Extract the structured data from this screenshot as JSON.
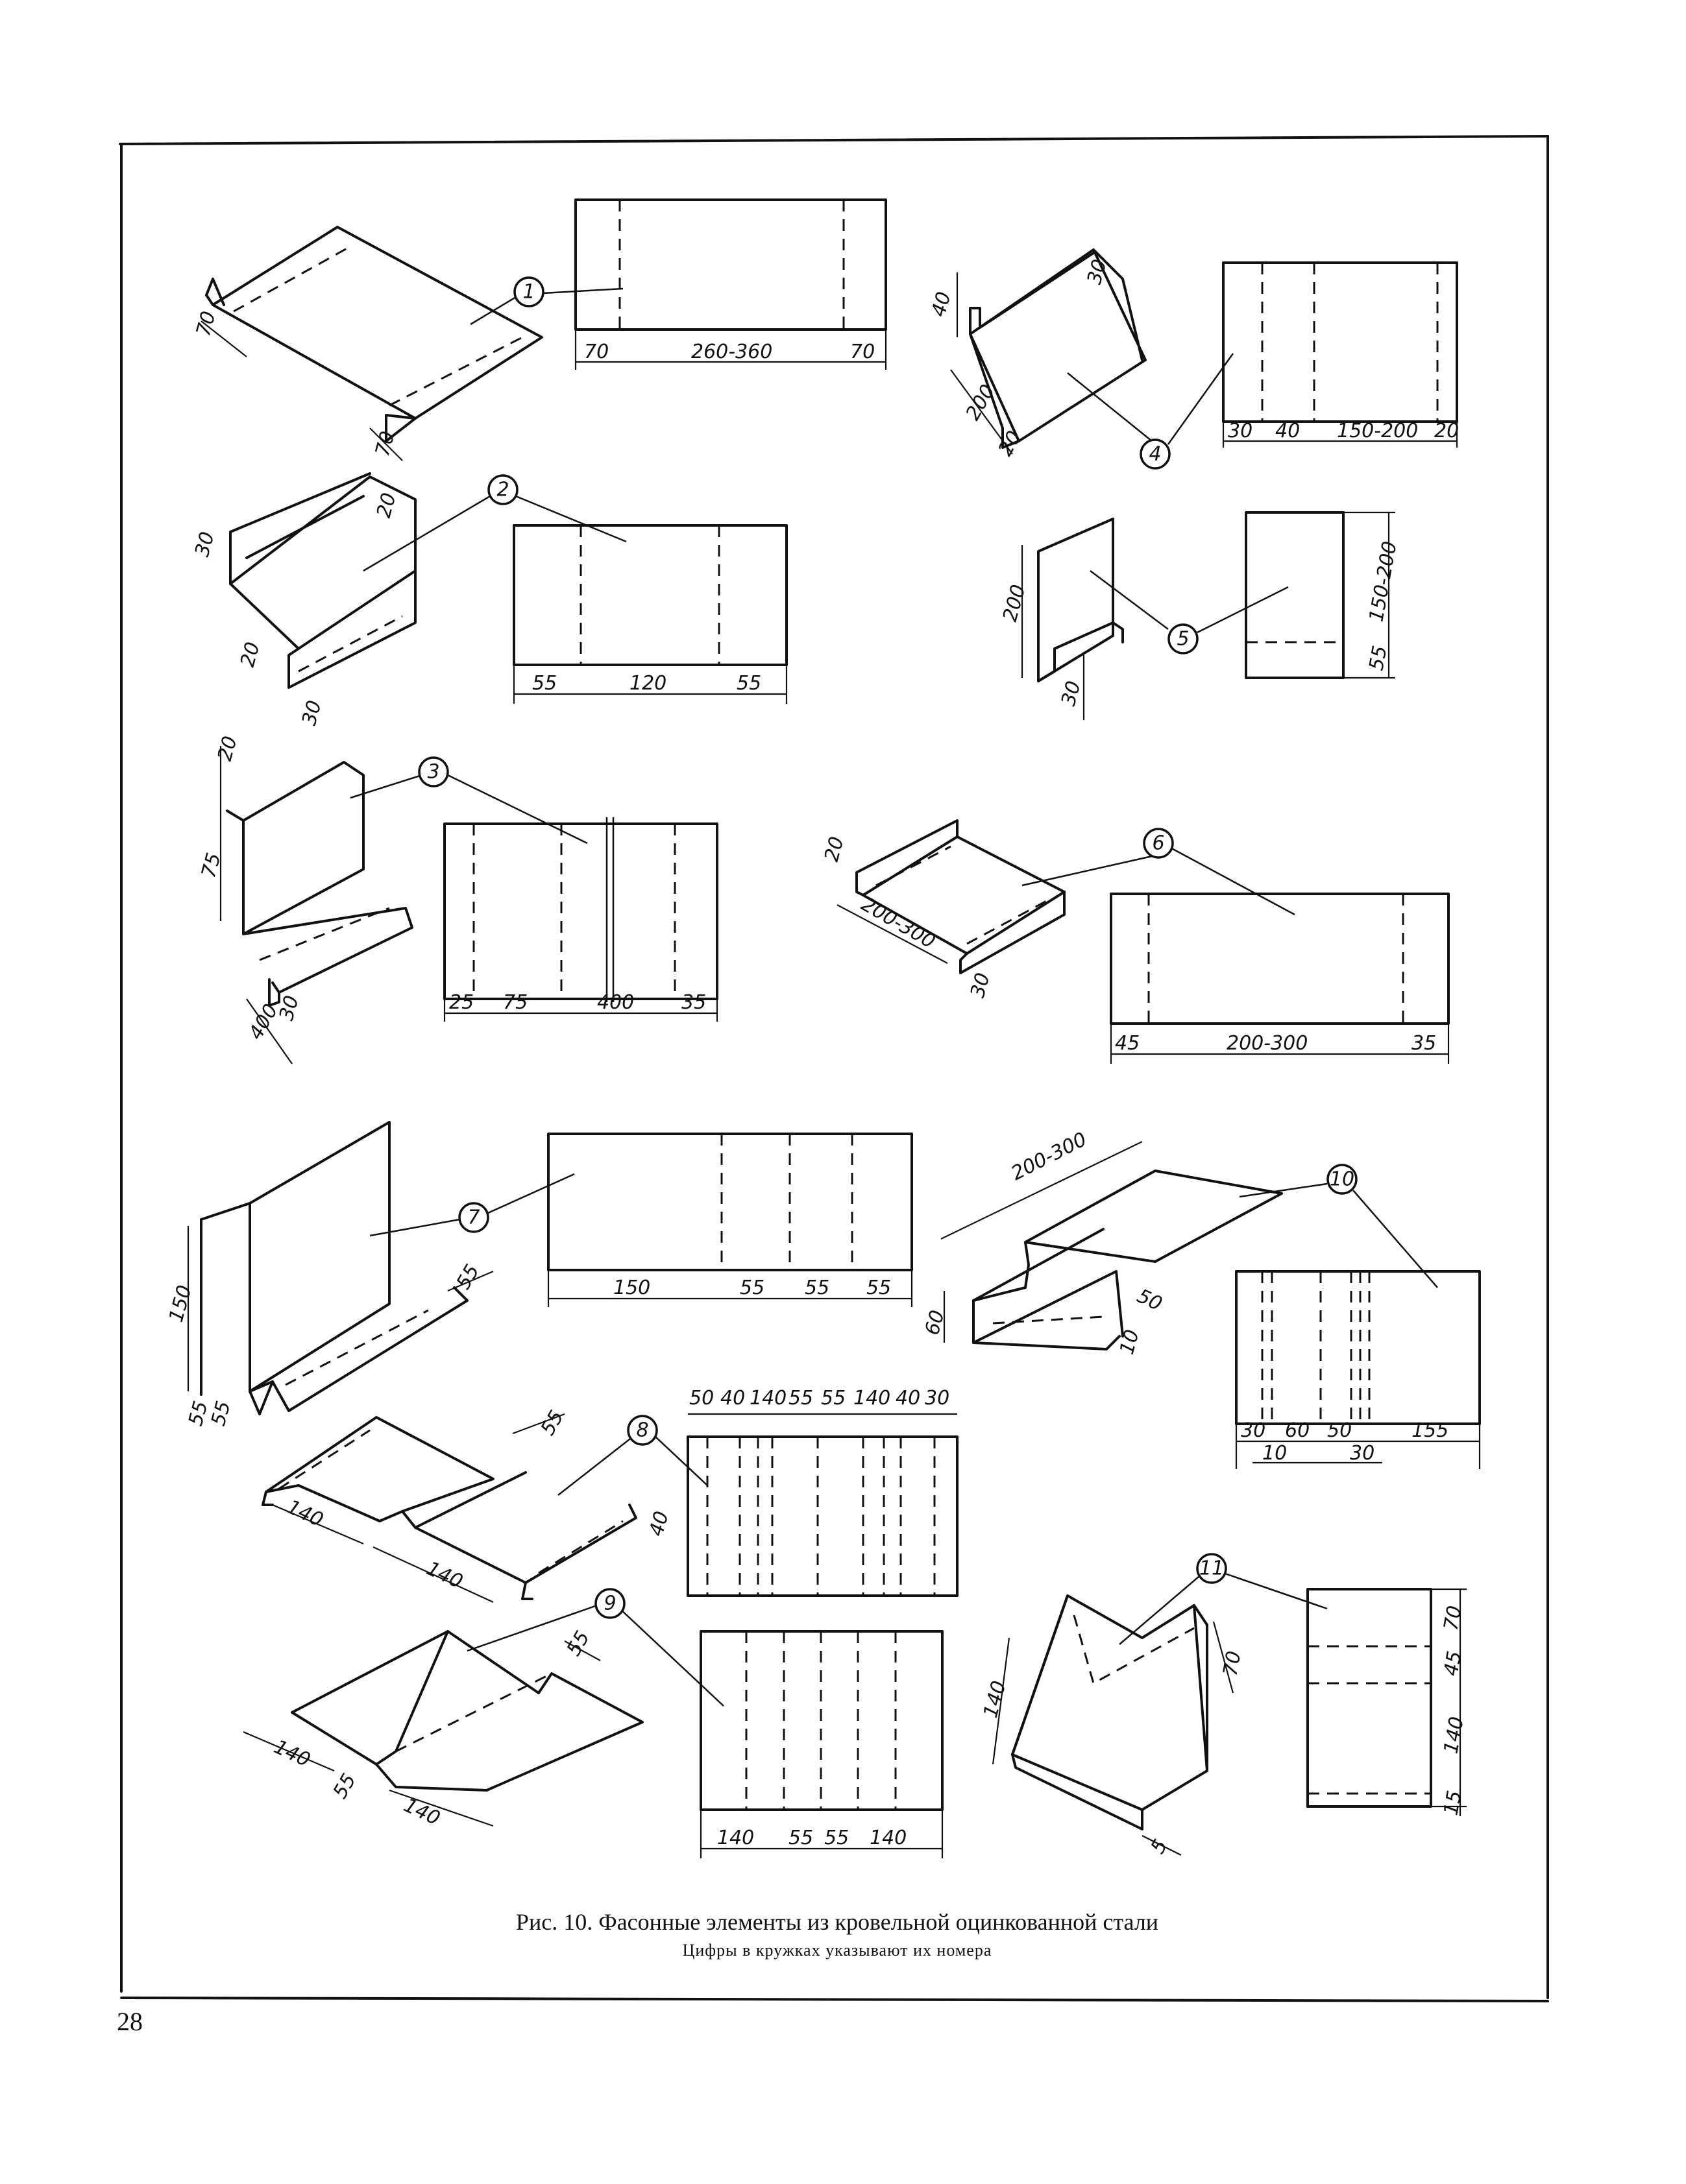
{
  "page_number": "28",
  "caption": {
    "title": "Рис. 10. Фасонные элементы из кровельной оцинкованной стали",
    "subtitle": "Цифры в кружках указывают их номера"
  },
  "elements": [
    {
      "number": "1",
      "dims": [
        "70",
        "260-360",
        "70"
      ],
      "iso_dims": [
        "70",
        "70"
      ]
    },
    {
      "number": "2",
      "dims": [
        "55",
        "120",
        "55"
      ],
      "iso_dims": [
        "30",
        "20",
        "20",
        "30"
      ]
    },
    {
      "number": "3",
      "dims": [
        "25",
        "75",
        "400",
        "35"
      ],
      "iso_dims": [
        "20",
        "75",
        "400",
        "30"
      ]
    },
    {
      "number": "4",
      "dims": [
        "30",
        "40",
        "150-200",
        "20"
      ],
      "iso_dims": [
        "40",
        "30",
        "200",
        "20"
      ]
    },
    {
      "number": "5",
      "dims": [
        "150-200",
        "55"
      ],
      "iso_dims": [
        "200",
        "30"
      ]
    },
    {
      "number": "6",
      "dims": [
        "45",
        "200-300",
        "35"
      ],
      "iso_dims": [
        "20",
        "200-300",
        "30"
      ]
    },
    {
      "number": "7",
      "dims": [
        "150",
        "55",
        "55",
        "55"
      ],
      "iso_dims": [
        "150",
        "55",
        "55",
        "55"
      ]
    },
    {
      "number": "8",
      "dims": [
        "50",
        "40",
        "140",
        "55",
        "55",
        "140",
        "40",
        "30"
      ],
      "iso_dims": [
        "55",
        "140",
        "140",
        "40"
      ]
    },
    {
      "number": "9",
      "dims": [
        "140",
        "55",
        "55",
        "140"
      ],
      "iso_dims": [
        "55",
        "140",
        "55",
        "140"
      ]
    },
    {
      "number": "10",
      "dims": [
        "30",
        "60",
        "50",
        "155",
        "10",
        "30"
      ],
      "iso_dims": [
        "200-300",
        "60",
        "50",
        "10"
      ]
    },
    {
      "number": "11",
      "dims": [
        "70",
        "45",
        "140",
        "15"
      ],
      "iso_dims": [
        "140",
        "70",
        "5"
      ]
    }
  ]
}
